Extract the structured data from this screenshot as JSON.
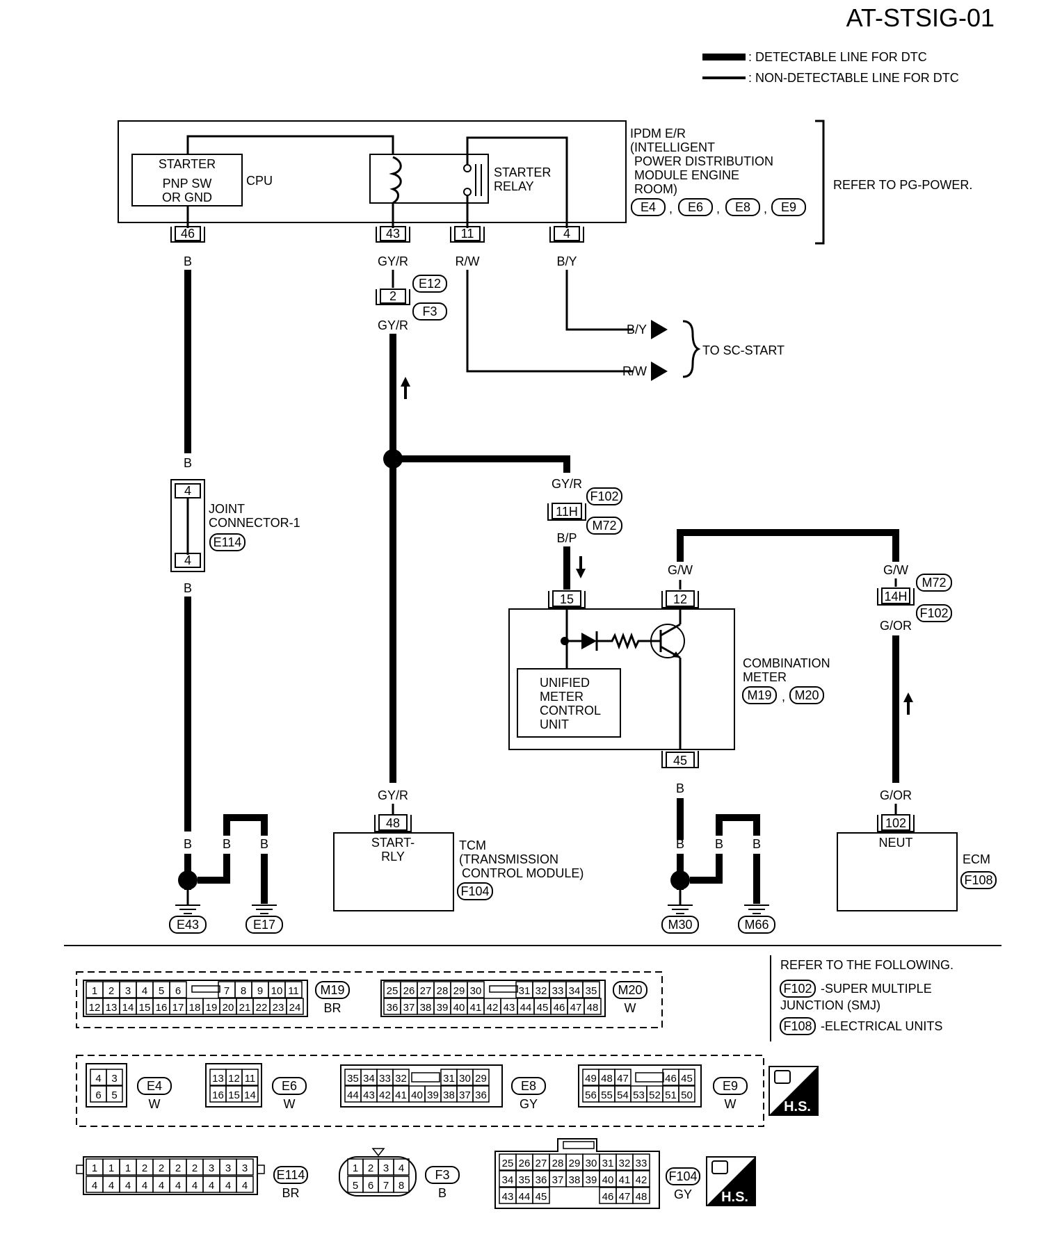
{
  "header": {
    "title": "AT-STSIG-01",
    "legend_detectable": ": DETECTABLE LINE FOR DTC",
    "legend_nondetectable": ": NON-DETECTABLE LINE FOR DTC"
  },
  "ipdm": {
    "starter_box": [
      "STARTER",
      "PNP SW",
      "OR GND"
    ],
    "cpu_label": "CPU",
    "relay_label": [
      "STARTER",
      "RELAY"
    ],
    "name_lines": [
      "IPDM E/R",
      "(INTELLIGENT",
      "POWER DISTRIBUTION",
      "MODULE ENGINE",
      "ROOM)"
    ],
    "connectors": [
      "E4",
      "E6",
      "E8",
      "E9"
    ],
    "refer": "REFER TO PG-POWER.",
    "pins": [
      "46",
      "43",
      "11",
      "4"
    ]
  },
  "wires": {
    "w46": "B",
    "w43": "GY/R",
    "w11": "R/W",
    "w4": "B/Y",
    "to_sc_start": "TO SC-START",
    "arrow_by": "B/Y",
    "arrow_rw": "R/W",
    "e12_pin": "2",
    "e12": "E12",
    "f3": "F3",
    "gyr_below": "GY/R",
    "gyr_branch": "GY/R",
    "f102_pin": "11H",
    "f102": "F102",
    "m72": "M72",
    "bp": "B/P",
    "gw_left": "G/W",
    "gw_right": "G/W",
    "m72_b": "M72",
    "f102_b": "F102",
    "pin14h": "14H",
    "gor_top": "G/OR",
    "gor_bottom": "G/OR",
    "gyr_tcm": "GY/R",
    "b_meter": "B"
  },
  "joint": {
    "b_top": "B",
    "pin_top": "4",
    "pin_bottom": "4",
    "label": [
      "JOINT",
      "CONNECTOR-1"
    ],
    "conn": "E114",
    "b_bottom": "B"
  },
  "meter": {
    "pin15": "15",
    "pin12": "12",
    "pin45": "45",
    "unified": [
      "UNIFIED",
      "METER",
      "CONTROL",
      "UNIT"
    ],
    "label": [
      "COMBINATION",
      "METER"
    ],
    "conn1": "M19",
    "conn2": "M20"
  },
  "tcm": {
    "pin": "48",
    "inner": [
      "START-",
      "RLY"
    ],
    "label": [
      "TCM",
      "(TRANSMISSION",
      "CONTROL MODULE)"
    ],
    "conn": "F104"
  },
  "ecm": {
    "pin": "102",
    "inner": "NEUT",
    "label": "ECM",
    "conn": "F108"
  },
  "grounds": {
    "left_labels": [
      "B",
      "B",
      "B"
    ],
    "left_conns": [
      "E43",
      "E17"
    ],
    "right_labels": [
      "B",
      "B",
      "B"
    ],
    "right_conns": [
      "M30",
      "M66"
    ]
  },
  "refer_box": {
    "title": "REFER TO THE FOLLOWING.",
    "f102": "F102",
    "f102_text": [
      "-SUPER MULTIPLE",
      "JUNCTION (SMJ)"
    ],
    "f108": "F108",
    "f108_text": "-ELECTRICAL UNITS"
  },
  "connectors": {
    "m19": {
      "id": "M19",
      "color": "BR",
      "top": [
        "1",
        "2",
        "3",
        "4",
        "5",
        "6",
        "7",
        "8",
        "9",
        "10",
        "11"
      ],
      "bottom": [
        "12",
        "13",
        "14",
        "15",
        "16",
        "17",
        "18",
        "19",
        "20",
        "21",
        "22",
        "23",
        "24"
      ]
    },
    "m20": {
      "id": "M20",
      "color": "W",
      "top": [
        "25",
        "26",
        "27",
        "28",
        "29",
        "30",
        "31",
        "32",
        "33",
        "34",
        "35"
      ],
      "bottom": [
        "36",
        "37",
        "38",
        "39",
        "40",
        "41",
        "42",
        "43",
        "44",
        "45",
        "46",
        "47",
        "48"
      ]
    },
    "e4": {
      "id": "E4",
      "color": "W",
      "top": [
        "4",
        "3"
      ],
      "bottom": [
        "6",
        "5"
      ]
    },
    "e6": {
      "id": "E6",
      "color": "W",
      "top": [
        "13",
        "12",
        "11"
      ],
      "bottom": [
        "16",
        "15",
        "14"
      ]
    },
    "e8": {
      "id": "E8",
      "color": "GY",
      "top": [
        "35",
        "34",
        "33",
        "32",
        "31",
        "30",
        "29"
      ],
      "bottom": [
        "44",
        "43",
        "42",
        "41",
        "40",
        "39",
        "38",
        "37",
        "36"
      ]
    },
    "e9": {
      "id": "E9",
      "color": "W",
      "top": [
        "49",
        "48",
        "47",
        "46",
        "45"
      ],
      "bottom": [
        "56",
        "55",
        "54",
        "53",
        "52",
        "51",
        "50"
      ]
    },
    "e114": {
      "id": "E114",
      "color": "BR",
      "top": [
        "1",
        "1",
        "1",
        "2",
        "2",
        "2",
        "2",
        "3",
        "3",
        "3"
      ],
      "bottom": [
        "4",
        "4",
        "4",
        "4",
        "4",
        "4",
        "4",
        "4",
        "4",
        "4"
      ]
    },
    "f3": {
      "id": "F3",
      "color": "B",
      "top": [
        "1",
        "2",
        "3",
        "4"
      ],
      "bottom": [
        "5",
        "6",
        "7",
        "8"
      ]
    },
    "f104": {
      "id": "F104",
      "color": "GY",
      "row1": [
        "25",
        "26",
        "27",
        "28",
        "29",
        "30",
        "31",
        "32",
        "33"
      ],
      "row2": [
        "34",
        "35",
        "36",
        "37",
        "38",
        "39",
        "40",
        "41",
        "42"
      ],
      "row3a": [
        "43",
        "44",
        "45"
      ],
      "row3b": [
        "46",
        "47",
        "48"
      ]
    },
    "hs_label": "H.S."
  }
}
